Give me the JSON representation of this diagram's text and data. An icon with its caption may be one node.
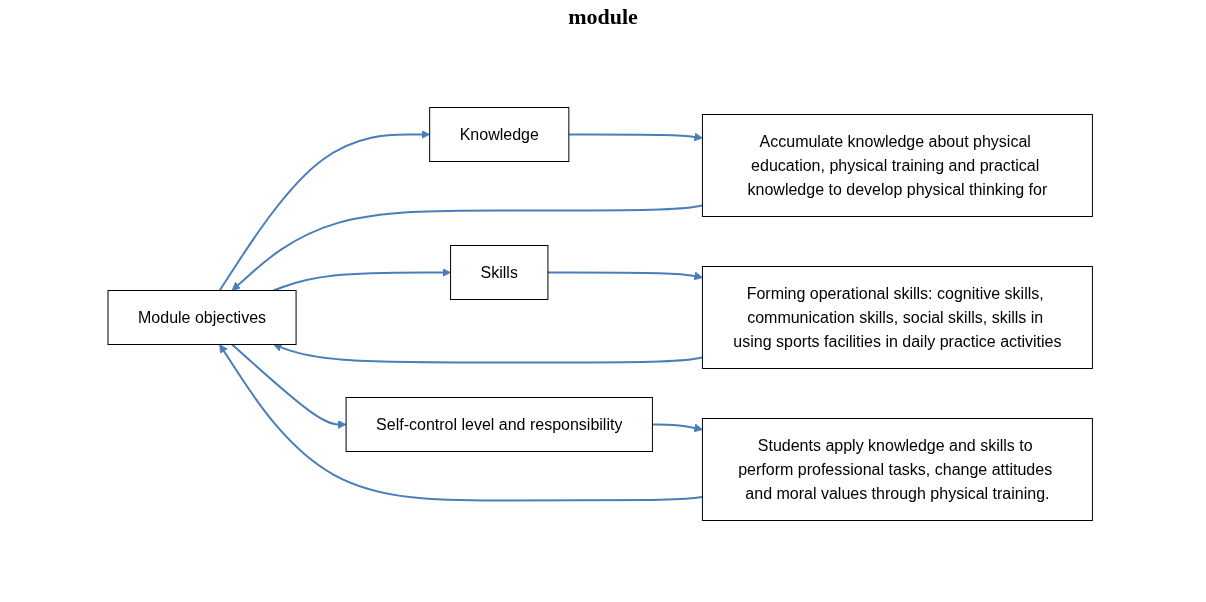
{
  "diagram": {
    "title": "module",
    "nodes": [
      {
        "text": [
          "Module objectives"
        ]
      },
      {
        "text": [
          "Knowledge"
        ]
      },
      {
        "text": [
          "Skills"
        ]
      },
      {
        "text": [
          "Self-control level and responsibility"
        ]
      },
      {
        "text": [
          "Accumulate knowledge about physical education, physical training and practical knowledge to develop physical thinking for"
        ]
      },
      {
        "text": [
          "Forming operational skills: cognitive skills, communication skills, social skills, skills in using sports facilities in daily practice activities"
        ]
      },
      {
        "text": [
          "Students apply knowledge and skills to perform professional tasks, change attitudes and moral values through physical training."
        ]
      }
    ],
    "edges": [
      {
        "from": 0,
        "to": 1,
        "arrow": "to"
      },
      {
        "from": 0,
        "to": 2,
        "arrow": "to"
      },
      {
        "from": 0,
        "to": 3,
        "arrow": "to"
      },
      {
        "from": 1,
        "to": 4,
        "arrow": "to"
      },
      {
        "from": 2,
        "to": 5,
        "arrow": "to"
      },
      {
        "from": 3,
        "to": 6,
        "arrow": "to"
      },
      {
        "from": 4,
        "to": 0,
        "arrow": "to"
      },
      {
        "from": 5,
        "to": 0,
        "arrow": "to"
      },
      {
        "from": 6,
        "to": 0,
        "arrow": "to"
      }
    ]
  }
}
